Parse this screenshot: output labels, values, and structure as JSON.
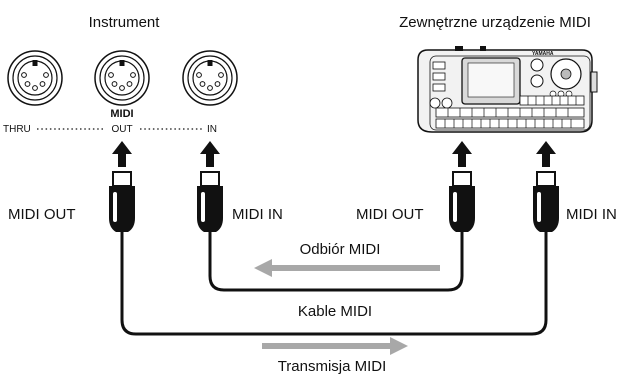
{
  "titles": {
    "instrument": "Instrument",
    "external_device": "Zewnętrzne urządzenie MIDI"
  },
  "instrument_ports": {
    "group_label": "MIDI",
    "thru": "THRU",
    "out": "OUT",
    "in": "IN"
  },
  "plug_labels": {
    "instrument_out": "MIDI OUT",
    "instrument_in": "MIDI IN",
    "device_out": "MIDI OUT",
    "device_in": "MIDI IN"
  },
  "flows": {
    "receive": "Odbiór MIDI",
    "cables": "Kable MIDI",
    "transmit": "Transmisja MIDI"
  },
  "device": {
    "brand": "YAMAHA"
  },
  "colors": {
    "line": "#111111",
    "flow_arrow": "#a8a8a8",
    "device_fill": "#f2f2f2"
  },
  "icons": [
    "din-socket-icon",
    "up-arrow-icon",
    "midi-plug-icon",
    "flow-arrow-icon"
  ]
}
